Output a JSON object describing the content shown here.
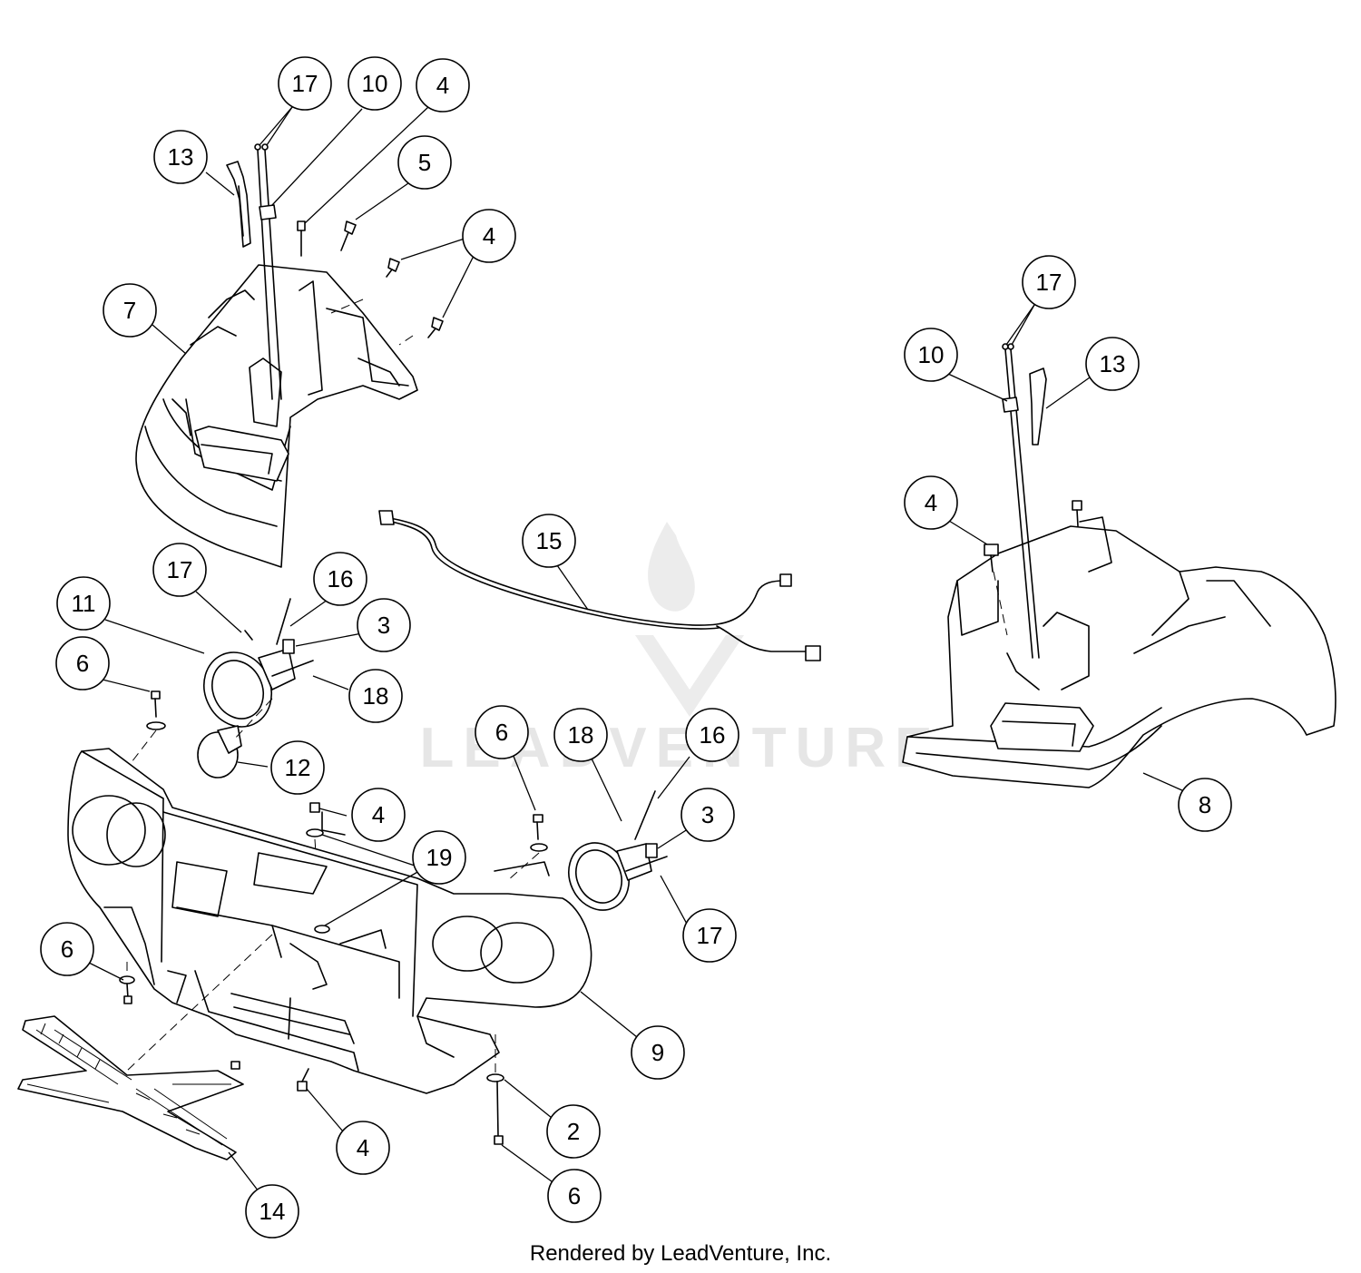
{
  "watermark": {
    "text": "LEADVENTURE",
    "color": "#e6e6e6"
  },
  "footer": {
    "text": "Rendered by LeadVenture, Inc."
  },
  "callouts": [
    {
      "id": "c17a",
      "label": "17"
    },
    {
      "id": "c10a",
      "label": "10"
    },
    {
      "id": "c4a",
      "label": "4"
    },
    {
      "id": "c13a",
      "label": "13"
    },
    {
      "id": "c5",
      "label": "5"
    },
    {
      "id": "c4b",
      "label": "4"
    },
    {
      "id": "c7",
      "label": "7"
    },
    {
      "id": "c17b",
      "label": "17"
    },
    {
      "id": "c10b",
      "label": "10"
    },
    {
      "id": "c13b",
      "label": "13"
    },
    {
      "id": "c4c",
      "label": "4"
    },
    {
      "id": "c15",
      "label": "15"
    },
    {
      "id": "c17c",
      "label": "17"
    },
    {
      "id": "c16a",
      "label": "16"
    },
    {
      "id": "c11",
      "label": "11"
    },
    {
      "id": "c3a",
      "label": "3"
    },
    {
      "id": "c6a",
      "label": "6"
    },
    {
      "id": "c18a",
      "label": "18"
    },
    {
      "id": "c12",
      "label": "12"
    },
    {
      "id": "c6b",
      "label": "6"
    },
    {
      "id": "c18b",
      "label": "18"
    },
    {
      "id": "c16b",
      "label": "16"
    },
    {
      "id": "c8",
      "label": "8"
    },
    {
      "id": "c4d",
      "label": "4"
    },
    {
      "id": "c3b",
      "label": "3"
    },
    {
      "id": "c19",
      "label": "19"
    },
    {
      "id": "c17d",
      "label": "17"
    },
    {
      "id": "c6c",
      "label": "6"
    },
    {
      "id": "c9",
      "label": "9"
    },
    {
      "id": "c2",
      "label": "2"
    },
    {
      "id": "c4e",
      "label": "4"
    },
    {
      "id": "c6d",
      "label": "6"
    },
    {
      "id": "c14",
      "label": "14"
    }
  ]
}
